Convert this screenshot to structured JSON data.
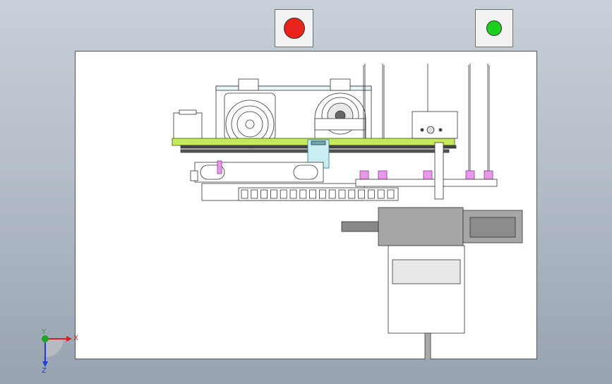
{
  "toolbar": {
    "stop_button": {
      "color": "#e8231c"
    },
    "start_button": {
      "color": "#1ccf1c"
    }
  },
  "viewport": {
    "sheet_color": "#ffffff",
    "green_plate_color": "#c6e85b",
    "pink_part_color": "#e49ae6",
    "cyan_part_color": "#c9eef2",
    "motor_color": "#a6a6a6"
  },
  "triad": {
    "x_label": "X",
    "y_label": "Y",
    "z_label": "Z",
    "x_color": "#d42020",
    "y_color": "#1fa51f",
    "z_color": "#1f3fd4"
  }
}
